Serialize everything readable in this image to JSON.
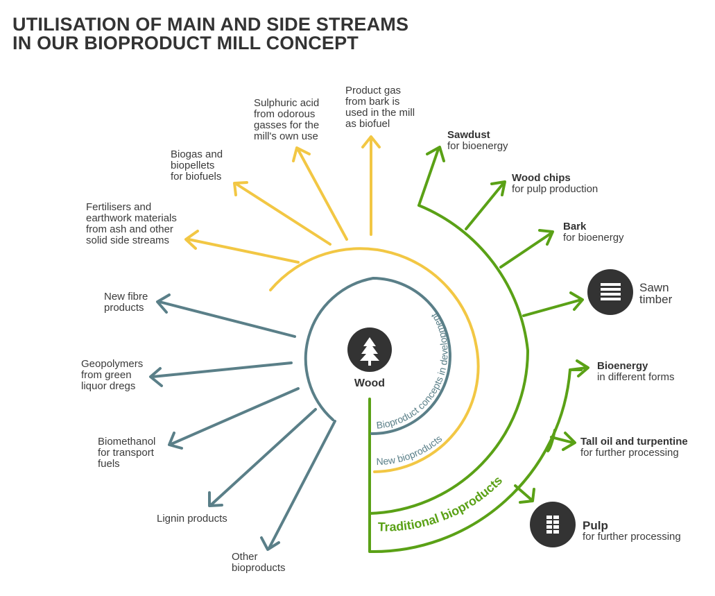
{
  "title": {
    "line1": "UTILISATION OF MAIN AND SIDE STREAMS",
    "line2": "IN OUR BIOPRODUCT MILL CONCEPT"
  },
  "colors": {
    "development": "#5a7f88",
    "new": "#f2c744",
    "traditional": "#5aa116",
    "dark": "#333333",
    "text": "#3a3a3a"
  },
  "center": {
    "label": "Wood",
    "icon": "tree-icon"
  },
  "arc_labels": {
    "development": "Bioproduct concepts in development",
    "new": "New bioproducts",
    "traditional": "Traditional bioproducts"
  },
  "development_products": [
    {
      "lines": [
        "New fibre",
        "products"
      ]
    },
    {
      "lines": [
        "Geopolymers",
        "from green",
        "liquor dregs"
      ]
    },
    {
      "lines": [
        "Biomethanol",
        "for transport",
        "fuels"
      ]
    },
    {
      "lines": [
        "Lignin products"
      ]
    },
    {
      "lines": [
        "Other",
        "bioproducts"
      ]
    }
  ],
  "new_products": [
    {
      "lines": [
        "Fertilisers and",
        "earthwork materials",
        "from ash and other",
        "solid side streams"
      ]
    },
    {
      "lines": [
        "Biogas and",
        "biopellets",
        "for biofuels"
      ]
    },
    {
      "lines": [
        "Sulphuric acid",
        "from odorous",
        "gasses for the",
        "mill's own use"
      ]
    },
    {
      "lines": [
        "Product gas",
        "from bark is",
        "used in the mill",
        "as biofuel"
      ]
    }
  ],
  "traditional_products": [
    {
      "name": "Sawdust",
      "desc": "for bioenergy"
    },
    {
      "name": "Wood chips",
      "desc": "for pulp production"
    },
    {
      "name": "Bark",
      "desc": "for bioenergy"
    },
    {
      "name": "Bioenergy",
      "desc": "in different forms"
    },
    {
      "name": "Tall oil and turpentine",
      "desc": "for further processing"
    }
  ],
  "main_products": [
    {
      "lines": [
        "Sawn",
        "timber"
      ],
      "icon": "lumber-stack-icon"
    },
    {
      "name": "Pulp",
      "desc": "for further processing",
      "icon": "pulp-bales-icon"
    }
  ]
}
